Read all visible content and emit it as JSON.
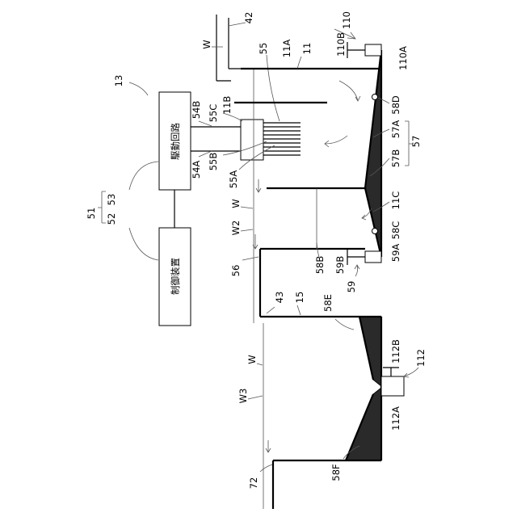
{
  "labels": {
    "n13": "13",
    "n51": "51",
    "n52": "52",
    "n53": "53",
    "drive_circuit": "駆動回路",
    "controller": "制御装置",
    "n54A": "54A",
    "n54B": "54B",
    "n55": "55",
    "n55A": "55A",
    "n55B": "55B",
    "n55C": "55C",
    "n42": "42",
    "W_top": "W",
    "n11": "11",
    "n11A": "11A",
    "n11B": "11B",
    "n11C": "11C",
    "n110": "110",
    "n110A": "110A",
    "n110B": "110B",
    "n58D": "58D",
    "n57": "57",
    "n57A": "57A",
    "n57B": "57B",
    "n58C": "58C",
    "n59A": "59A",
    "n59B": "59B",
    "n59": "59",
    "n58B": "58B",
    "W_mid": "W",
    "W2": "W2",
    "n56": "56",
    "n43": "43",
    "n15": "15",
    "n58E": "58E",
    "W_bot": "W",
    "W3": "W3",
    "n112": "112",
    "n112A": "112A",
    "n112B": "112B",
    "n72": "72",
    "n58F": "58F"
  },
  "colors": {
    "ink": "#000000",
    "hatch": "#2a2a2a",
    "background": "#ffffff"
  }
}
